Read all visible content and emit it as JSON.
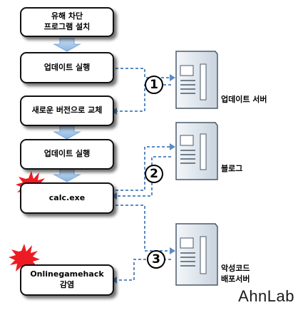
{
  "steps": [
    {
      "label_line1": "유해 차단",
      "label_line2": "프로그램 설치"
    },
    {
      "label": "업데이트 실행"
    },
    {
      "label": "새로운 버전으로 교체"
    },
    {
      "label": "업데이트 실행"
    },
    {
      "label": "calc.exe"
    },
    {
      "label_line1": "Onlinegamehack",
      "label_line2": "감염"
    }
  ],
  "servers": [
    {
      "label": "업데이트 서버"
    },
    {
      "label": "블로그"
    },
    {
      "label_line1": "악성코드",
      "label_line2": "배포서버"
    }
  ],
  "markers": [
    "1",
    "2",
    "3"
  ],
  "logo": "AhnLab",
  "colors": {
    "arrow_fill": "#a7c8ea",
    "connector": "#5b8bc4",
    "server_body": "#dde5ee",
    "server_panel": "#ffffff",
    "burst": "#ee1b24"
  }
}
